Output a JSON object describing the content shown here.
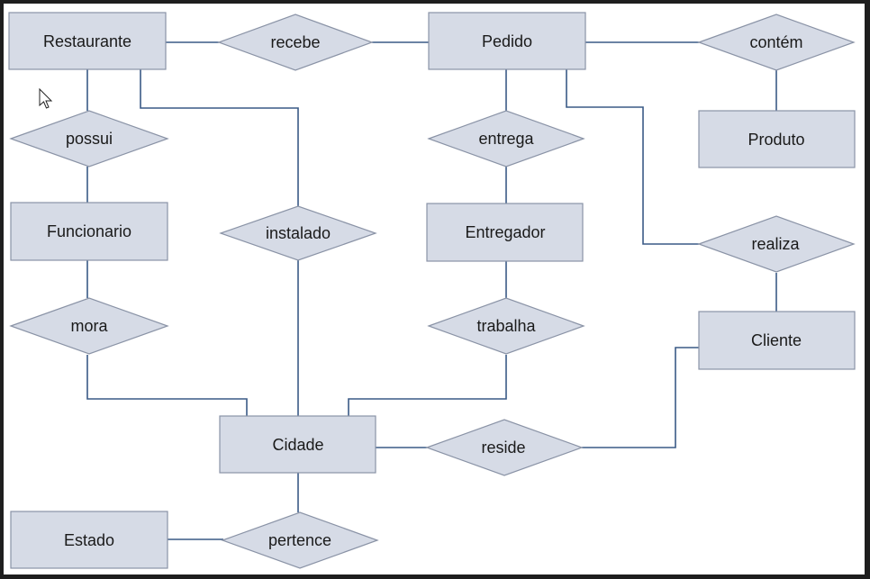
{
  "diagram": {
    "entities": {
      "restaurante": "Restaurante",
      "pedido": "Pedido",
      "produto": "Produto",
      "funcionario": "Funcionario",
      "entregador": "Entregador",
      "cliente": "Cliente",
      "cidade": "Cidade",
      "estado": "Estado"
    },
    "relationships": {
      "recebe": "recebe",
      "contem": "contém",
      "possui": "possui",
      "entrega": "entrega",
      "instalado": "instalado",
      "realiza": "realiza",
      "mora": "mora",
      "trabalha": "trabalha",
      "reside": "reside",
      "pertence": "pertence"
    }
  },
  "colors": {
    "shape_fill": "#d6dbe6",
    "shape_border": "#8a93a6",
    "connector": "#3a5a86",
    "canvas": "#ffffff",
    "window_border": "#1e1e1e"
  },
  "icons": {
    "cursor": "mouse-pointer-icon"
  }
}
